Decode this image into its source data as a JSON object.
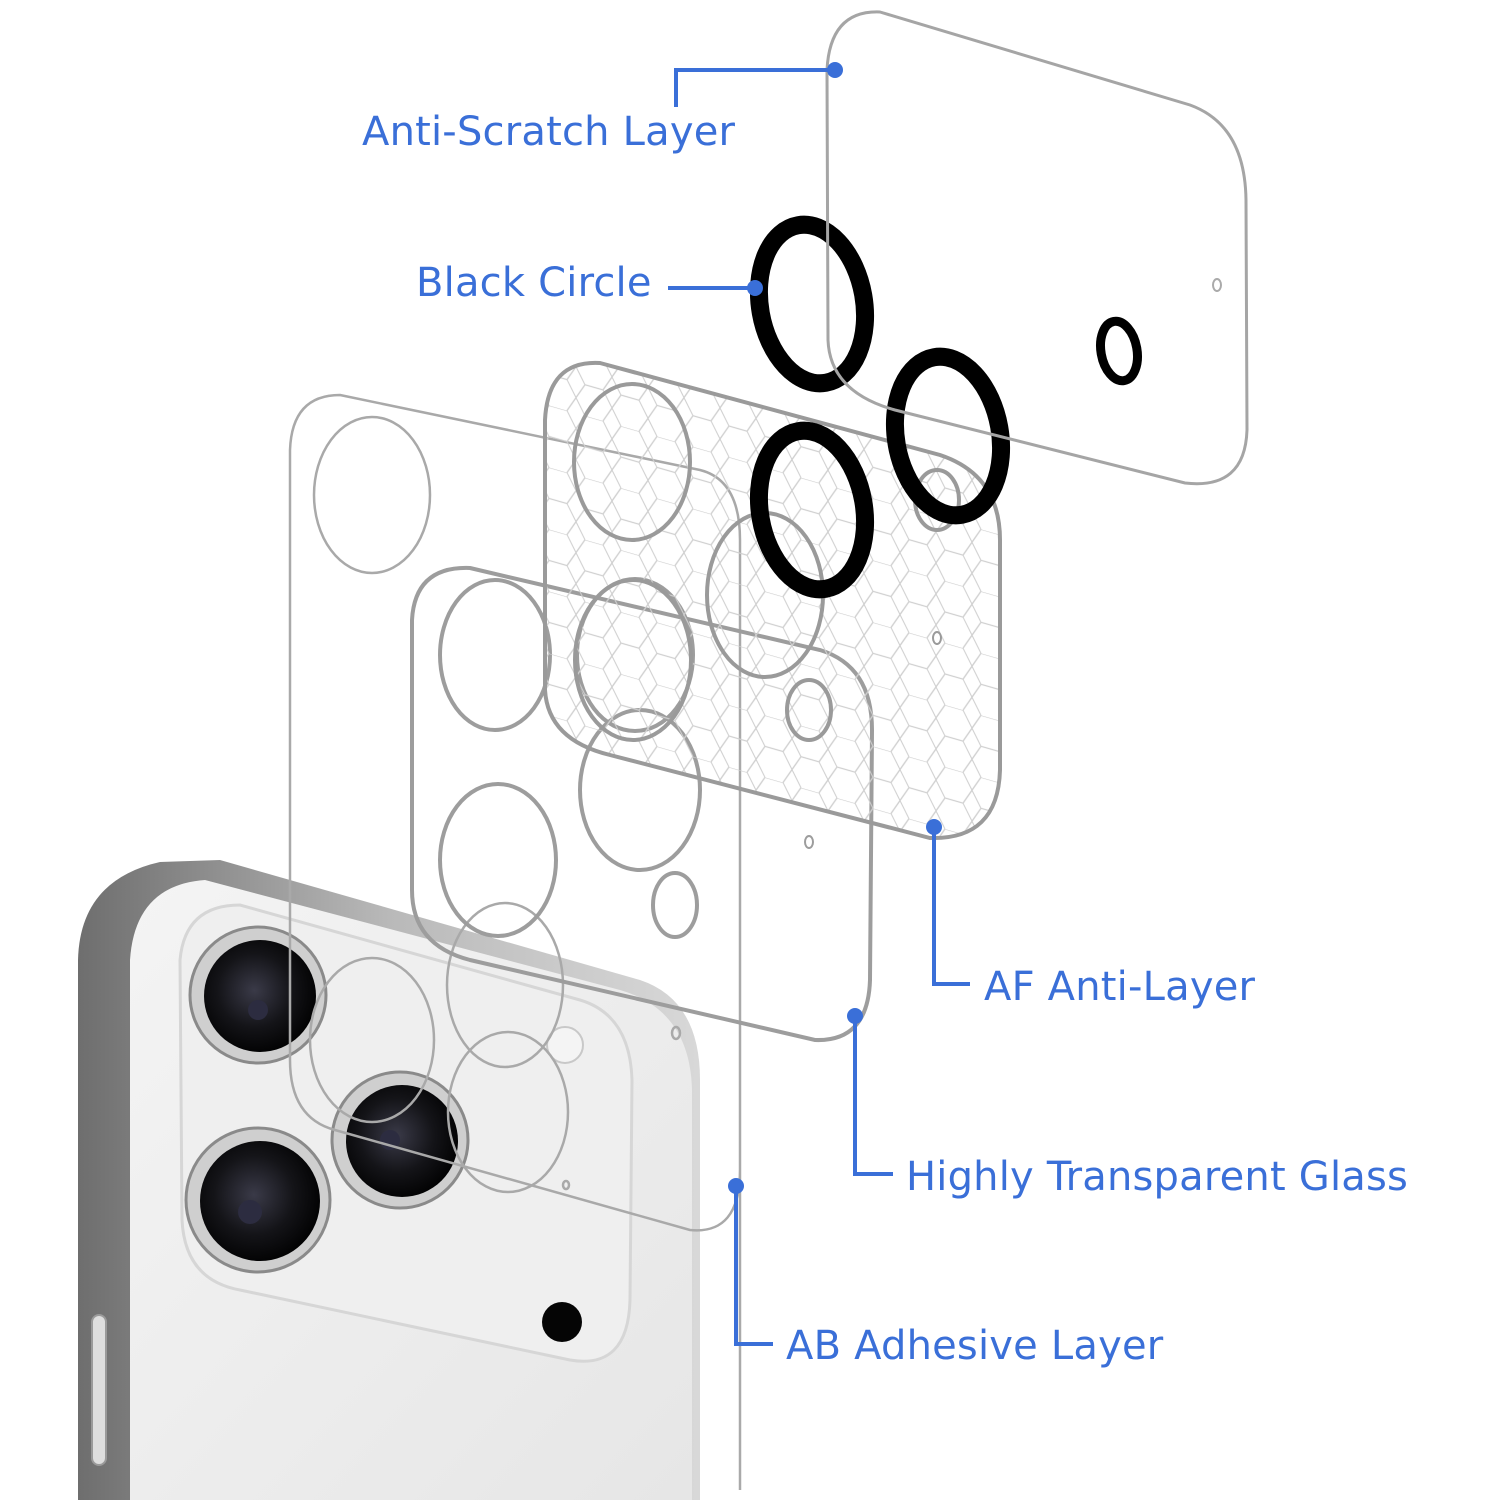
{
  "diagram": {
    "subject": "Camera lens protector layer structure",
    "accent_color": "#3a6fd8",
    "ring_color": "#000000",
    "layers": [
      {
        "id": "anti-scratch",
        "label": "Anti-Scratch Layer"
      },
      {
        "id": "black-circle",
        "label": "Black Circle"
      },
      {
        "id": "af-anti",
        "label": "AF Anti-Layer"
      },
      {
        "id": "transparent-glass",
        "label": "Highly Transparent Glass"
      },
      {
        "id": "ab-adhesive",
        "label": "AB Adhesive Layer"
      }
    ]
  }
}
